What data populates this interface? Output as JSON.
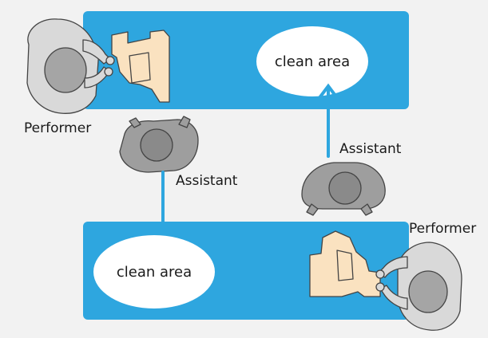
{
  "colors": {
    "background": "#f2f2f2",
    "table_blue": "#2ea6df",
    "clean_area_fill": "#ffffff",
    "arrow": "#2ea6df",
    "skin": "#fae2c0",
    "person_light": "#d9d9d9",
    "person_dark": "#9e9e9e",
    "outline": "#444444"
  },
  "top_table": {
    "clean_area_label": "clean area",
    "performer_label": "Performer",
    "assistant_label": "Assistant"
  },
  "bottom_table": {
    "clean_area_label": "clean area",
    "performer_label": "Performer"
  },
  "right_assistant_label": "Assistant",
  "icons": [
    "performer-figure",
    "assistant-figure",
    "patient-figure",
    "arrow-up",
    "arrow-down"
  ]
}
